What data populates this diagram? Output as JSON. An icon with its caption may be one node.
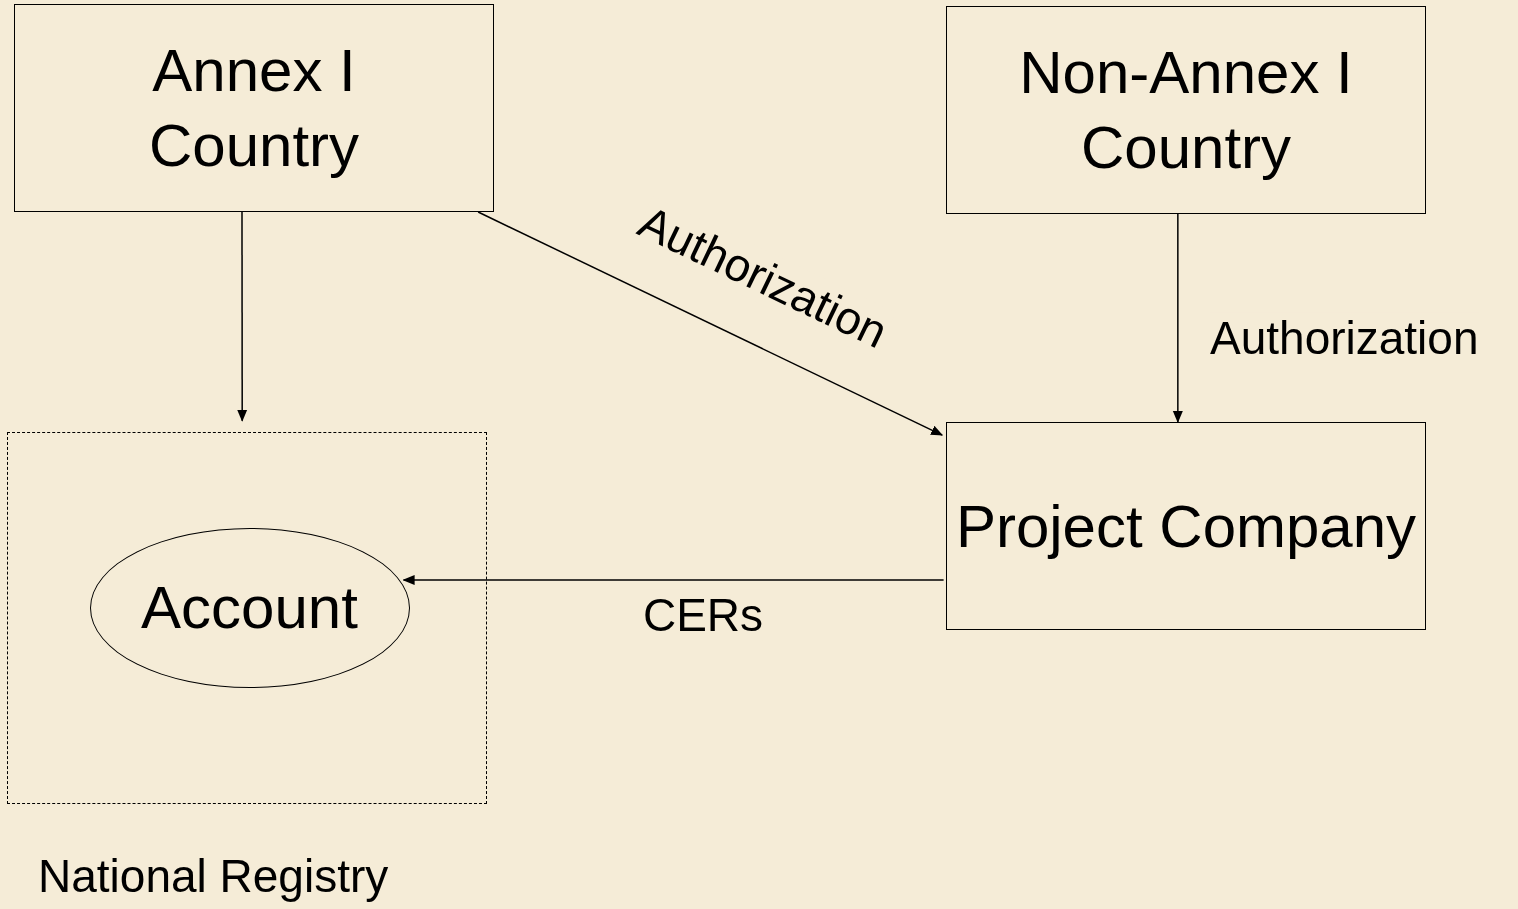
{
  "diagram": {
    "nodes": [
      {
        "text": [
          "Annex I Country"
        ]
      },
      {
        "text": [
          "Non-Annex I Country"
        ]
      },
      {
        "text": [
          "National Registry"
        ]
      },
      {
        "text": [
          "Account"
        ],
        "in": 2
      },
      {
        "text": [
          "Project Company"
        ]
      }
    ],
    "edges": [
      {
        "from": 0,
        "to": 2,
        "arrow": "to"
      },
      {
        "from": 0,
        "to": 4,
        "arrow": "to",
        "label": "Authorization"
      },
      {
        "from": 1,
        "to": 4,
        "arrow": "to",
        "label": "Authorization"
      },
      {
        "from": 4,
        "to": 3,
        "arrow": "to",
        "label": "CERs"
      }
    ]
  }
}
